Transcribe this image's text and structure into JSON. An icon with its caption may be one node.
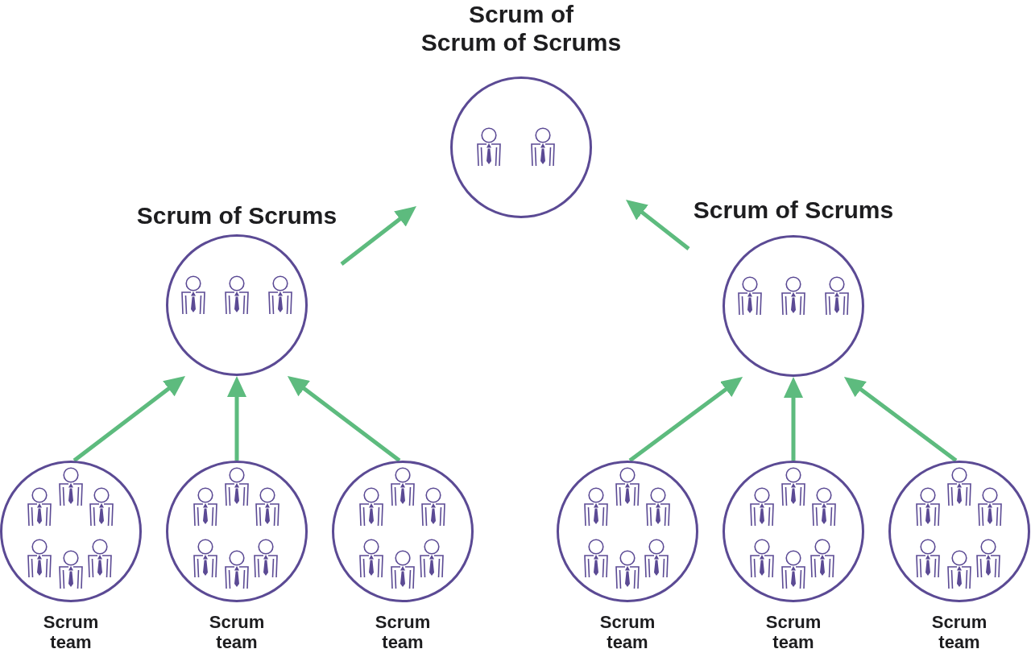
{
  "diagram": {
    "nodes": [
      {
        "text": [
          "Scrum of Scrum of Scrums"
        ]
      },
      {
        "text": [
          "Scrum of Scrums"
        ]
      },
      {
        "text": [
          "Scrum of Scrums"
        ]
      },
      {
        "text": [
          "Scrum team"
        ]
      },
      {
        "text": [
          "Scrum team"
        ]
      },
      {
        "text": [
          "Scrum team"
        ]
      },
      {
        "text": [
          "Scrum team"
        ]
      },
      {
        "text": [
          "Scrum team"
        ]
      },
      {
        "text": [
          "Scrum team"
        ]
      }
    ],
    "edges": [
      {
        "from": 1,
        "to": 0,
        "arrow": "to"
      },
      {
        "from": 2,
        "to": 0,
        "arrow": "to"
      },
      {
        "from": 3,
        "to": 1,
        "arrow": "to"
      },
      {
        "from": 4,
        "to": 1,
        "arrow": "to"
      },
      {
        "from": 5,
        "to": 1,
        "arrow": "to"
      },
      {
        "from": 6,
        "to": 2,
        "arrow": "to"
      },
      {
        "from": 7,
        "to": 2,
        "arrow": "to"
      },
      {
        "from": 8,
        "to": 2,
        "arrow": "to"
      }
    ]
  }
}
